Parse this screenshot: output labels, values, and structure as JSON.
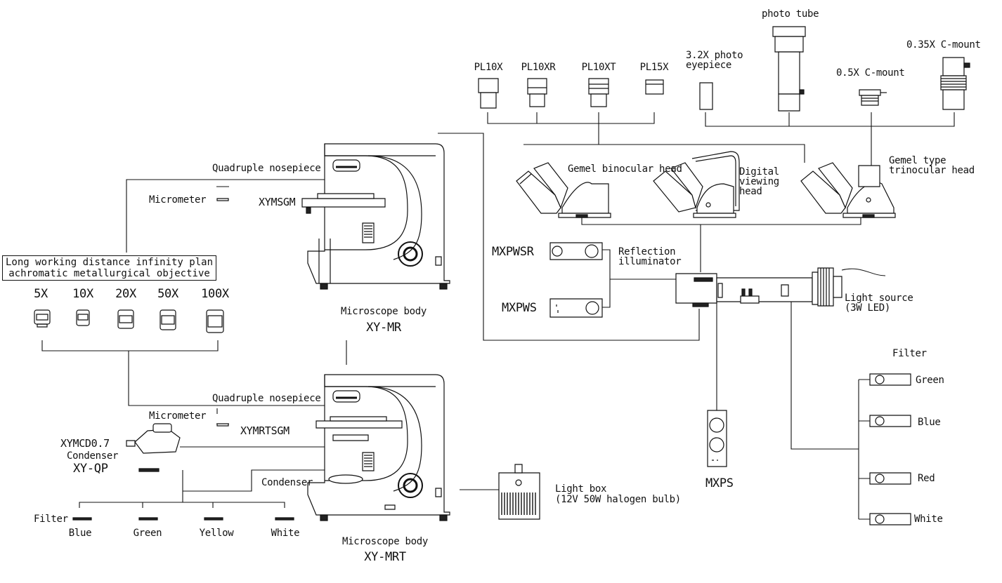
{
  "eyepieces": {
    "items": [
      "PL10X",
      "PL10XR",
      "PL10XT",
      "PL15X"
    ]
  },
  "photo": {
    "photo_eyepiece": "3.2X photo\neyepiece",
    "photo_tube": "photo tube",
    "c05": "0.5X C-mount",
    "c035": "0.35X C-mount"
  },
  "heads": {
    "binocular": "Gemel binocular head",
    "digital": "Digital\nviewing\nhead",
    "trinocular": "Gemel type\ntrinocular head"
  },
  "illuminator": {
    "title": "Reflection\nilluminator",
    "mxpwsr": "MXPWSR",
    "mxpws": "MXPWS",
    "light_source": "Light source\n(3W LED)",
    "mxps": "MXPS"
  },
  "right_filters": {
    "title": "Filter",
    "items": [
      "Green",
      "Blue",
      "Red",
      "White"
    ]
  },
  "upper_body": {
    "nosepiece": "Quadruple nosepiece",
    "micrometer": "Micrometer",
    "stage": "XYMSGM",
    "name": "Microscope body",
    "model": "XY-MR"
  },
  "objectives": {
    "title": "Long working distance infinity plan\nachromatic metallurgical objective",
    "items": [
      "5X",
      "10X",
      "20X",
      "50X",
      "100X"
    ]
  },
  "lower_body": {
    "nosepiece": "Quadruple nosepiece",
    "micrometer": "Micrometer",
    "stage": "XYMRTSGM",
    "condenser_model": "XYMCD0.7",
    "condenser_word": "Condenser",
    "condenser_code": "XY-QP",
    "condenser_label": "Condenser",
    "name": "Microscope body",
    "model": "XY-MRT"
  },
  "left_filters": {
    "title": "Filter",
    "items": [
      "Blue",
      "Green",
      "Yellow",
      "White"
    ]
  },
  "light_box": {
    "label": "Light box\n(12V 50W halogen bulb)"
  }
}
